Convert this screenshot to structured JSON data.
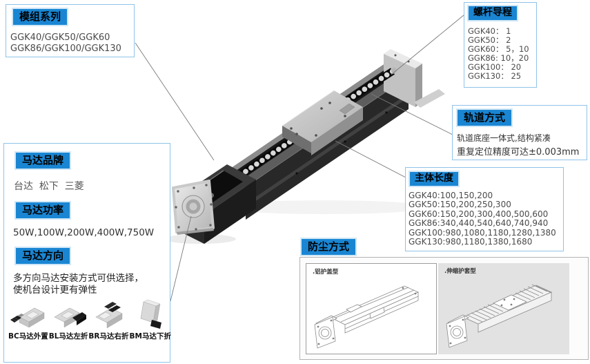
{
  "colors": {
    "header_blue": "#1a86d3",
    "box_border": "#8fc3e8",
    "callout_line": "#7a7a7a"
  },
  "boxes": {
    "series": {
      "title": "模组系列",
      "lines": [
        "GGK40/GGK50/GGK60",
        "GGK86/GGK100/GGK130"
      ]
    },
    "lead": {
      "title": "螺杆导程",
      "lines": [
        "GGK40： 1",
        "GGK50： 2",
        "GGK60： 5，10",
        "GGK86: 10，20",
        "GGK100： 20",
        "GGK130： 25"
      ]
    },
    "rail": {
      "title": "轨道方式",
      "lines": [
        "轨道底座一体式,结构紧凑",
        "重复定位精度可达±0.003mm"
      ]
    },
    "length": {
      "title": "主体长度",
      "lines": [
        "GGK40:100,150,200",
        "GGK50:150,200,250,300",
        "GGK60:150,200,300,400,500,600",
        "GGK86:340,440,540,640,740,940",
        "GGK100:980,1080,1180,1280,1380",
        "GGK130:980,1180,1380,1680"
      ]
    },
    "motor": {
      "brand_title": "马达品牌",
      "brands": "台达  松下  三菱",
      "power_title": "马达功率",
      "power": "50W,100W,200W,400W,750W",
      "direction_title": "马达方向",
      "direction_desc1": "多方向马达安装方式可供选择，",
      "direction_desc2": "使机台设计更有弹性",
      "variants": [
        {
          "label": "BC马达外置"
        },
        {
          "label": "BL马达左折"
        },
        {
          "label": "BR马达右折"
        },
        {
          "label": "BM马达下折"
        }
      ]
    },
    "dust": {
      "title": "防尘方式",
      "left_label": ".铝护盖型",
      "right_label": ".伸缩护套型"
    }
  }
}
